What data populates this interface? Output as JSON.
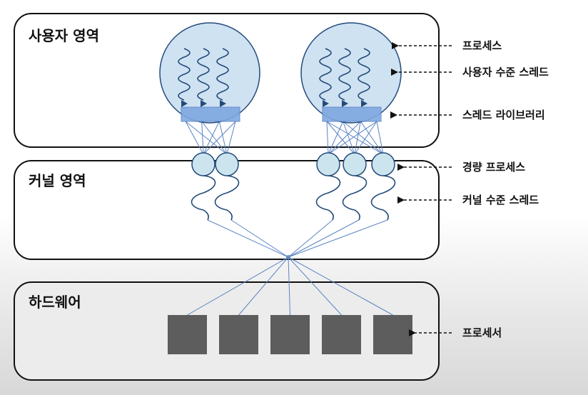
{
  "regions": {
    "user": "사용자 영역",
    "kernel": "커널 영역",
    "hardware": "하드웨어"
  },
  "labels": {
    "process": "프로세스",
    "user_thread": "사용자 수준 스레드",
    "thread_library": "스레드 라이브러리",
    "lwp": "경량 프로세스",
    "kernel_thread": "커널 수준 스레드",
    "processor": "프로세서"
  },
  "colors": {
    "box_stroke": "#111111",
    "process_fill": "#cfe2f2",
    "thread_line": "#234b7a",
    "library_fill": "#7fa8e0",
    "lwp_fill": "#cce4ee",
    "processor_fill": "#5d5d5d",
    "connector": "#5b84c4"
  },
  "counts": {
    "processes": 2,
    "user_threads_per_process": 3,
    "lwps": 5,
    "processors": 5
  }
}
